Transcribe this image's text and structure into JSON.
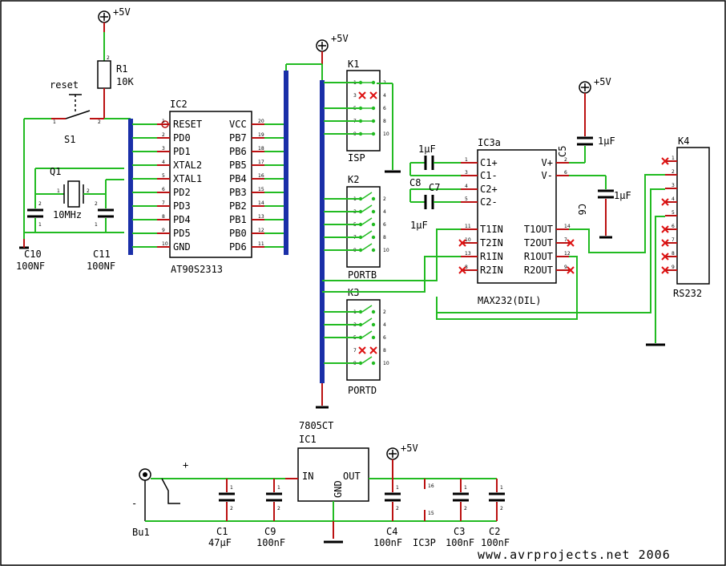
{
  "supply": {
    "plus5v": "+5V"
  },
  "reset": {
    "r1_name": "R1",
    "r1_value": "10K",
    "s1_name": "S1",
    "reset_label": "reset"
  },
  "crystal": {
    "q1_name": "Q1",
    "q1_value": "10MHz",
    "c10_name": "C10",
    "c10_value": "100NF",
    "c11_name": "C11",
    "c11_value": "100NF"
  },
  "mcu": {
    "ref": "IC2",
    "part": "AT90S2313",
    "left_pins": [
      {
        "name": "RESET",
        "num": "1"
      },
      {
        "name": "PD0",
        "num": "2"
      },
      {
        "name": "PD1",
        "num": "3"
      },
      {
        "name": "XTAL2",
        "num": "4"
      },
      {
        "name": "XTAL1",
        "num": "5"
      },
      {
        "name": "PD2",
        "num": "6"
      },
      {
        "name": "PD3",
        "num": "7"
      },
      {
        "name": "PD4",
        "num": "8"
      },
      {
        "name": "PD5",
        "num": "9"
      },
      {
        "name": "GND",
        "num": "10"
      }
    ],
    "right_pins": [
      {
        "name": "VCC",
        "num": "20"
      },
      {
        "name": "PB7",
        "num": "19"
      },
      {
        "name": "PB6",
        "num": "18"
      },
      {
        "name": "PB5",
        "num": "17"
      },
      {
        "name": "PB4",
        "num": "16"
      },
      {
        "name": "PB3",
        "num": "15"
      },
      {
        "name": "PB2",
        "num": "14"
      },
      {
        "name": "PB1",
        "num": "13"
      },
      {
        "name": "PB0",
        "num": "12"
      },
      {
        "name": "PD6",
        "num": "11"
      }
    ]
  },
  "headers": {
    "k1": {
      "ref": "K1",
      "label": "ISP"
    },
    "k2": {
      "ref": "K2",
      "label": "PORTB"
    },
    "k3": {
      "ref": "K3",
      "label": "PORTD"
    },
    "pin_numbers": [
      "1",
      "2",
      "3",
      "4",
      "5",
      "6",
      "7",
      "8",
      "9",
      "10"
    ]
  },
  "max232": {
    "ref": "IC3a",
    "part": "MAX232(DIL)",
    "left_pins": [
      {
        "name": "C1+",
        "num": "1"
      },
      {
        "name": "C1-",
        "num": "3"
      },
      {
        "name": "C2+",
        "num": "4"
      },
      {
        "name": "C2-",
        "num": "5"
      },
      {
        "name": "T1IN",
        "num": "11"
      },
      {
        "name": "T2IN",
        "num": "10"
      },
      {
        "name": "R1IN",
        "num": "13"
      },
      {
        "name": "R2IN",
        "num": "8"
      }
    ],
    "right_pins": [
      {
        "name": "V+",
        "num": "2"
      },
      {
        "name": "V-",
        "num": "6"
      },
      {
        "name": "T1OUT",
        "num": "14"
      },
      {
        "name": "T2OUT",
        "num": "7"
      },
      {
        "name": "R1OUT",
        "num": "12"
      },
      {
        "name": "R2OUT",
        "num": "9"
      }
    ],
    "caps": {
      "c5": "C5",
      "c6": "C6",
      "c7": "C7",
      "c8": "C8",
      "uf": "1µF"
    }
  },
  "rs232": {
    "ref": "K4",
    "label": "RS232",
    "pin_numbers": [
      "1",
      "2",
      "3",
      "4",
      "5",
      "6",
      "7",
      "8",
      "9"
    ]
  },
  "regulator": {
    "ref": "IC1",
    "part": "7805CT",
    "in": "IN",
    "out": "OUT",
    "gnd": "GND",
    "jack": "Bu1",
    "c1_name": "C1",
    "c1_value": "47µF",
    "c9_name": "C9",
    "c9_value": "100nF",
    "c4_name": "C4",
    "c4_value": "100nF",
    "ic3p": "IC3P",
    "c3_name": "C3",
    "c3_value": "100nF",
    "c2_name": "C2",
    "c2_value": "100nF"
  },
  "footer": "www.avrprojects.net 2006",
  "colors": {
    "wire": "#22bb22",
    "bus": "#1a2fa8",
    "power": "#bb1111",
    "no_connect": "#dd1111",
    "ink": "#000000"
  }
}
